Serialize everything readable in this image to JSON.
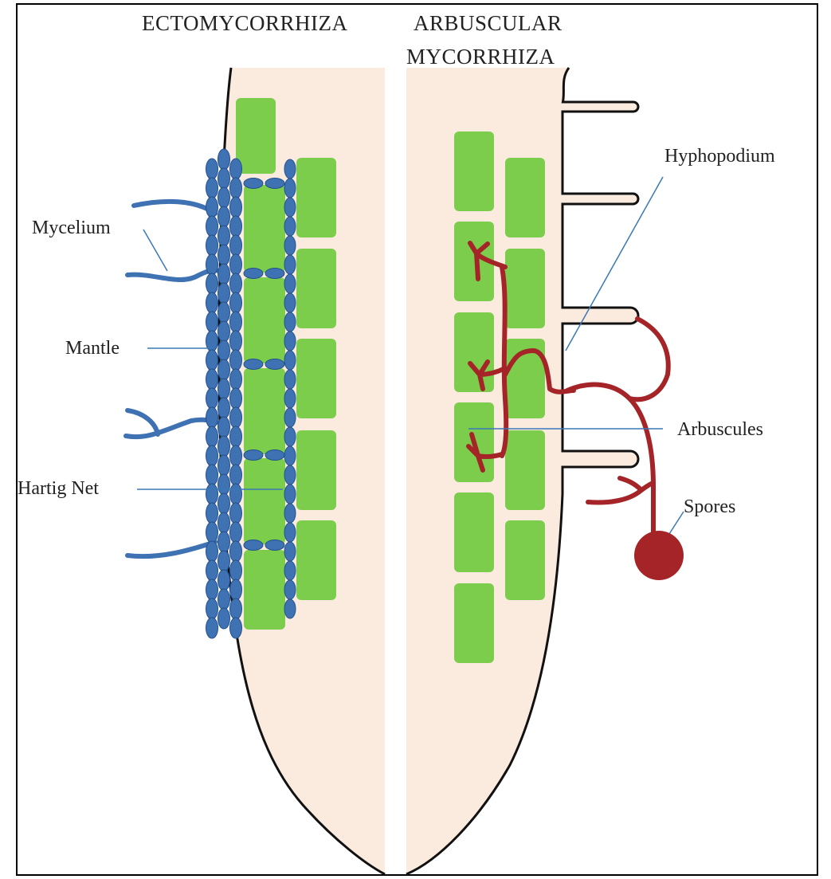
{
  "titles": {
    "left": "ECTOMYCORRHIZA",
    "right_line1": "ARBUSCULAR",
    "right_line2": "MYCORRHIZA"
  },
  "labels": {
    "mycelium": "Mycelium",
    "mantle": "Mantle",
    "hartig_net": "Hartig Net",
    "hyphopodium": "Hyphopodium",
    "arbuscules": "Arbuscules",
    "spores": "Spores"
  },
  "colors": {
    "root_tissue": "#fbeade",
    "cortex_cells": "#7dcd4d",
    "ectomycorrhizal_fungus": "#3f72b3",
    "ectomycorrhizal_fungus_outline": "#23508e",
    "arbuscular_fungus": "#a52428",
    "outline": "#111111",
    "callout_line": "#3a78b7"
  }
}
